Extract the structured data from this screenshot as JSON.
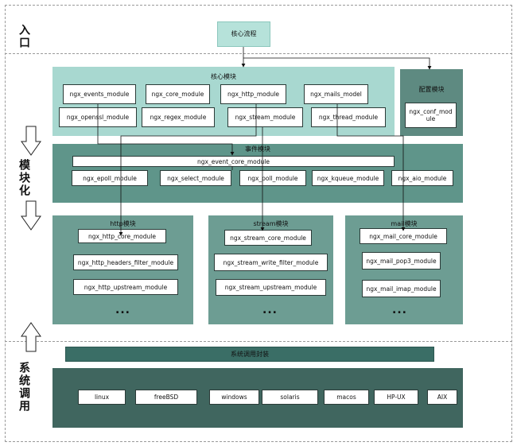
{
  "sections": {
    "entry": "入口",
    "modular": "模块化",
    "syscall": "系统调用"
  },
  "entry_box": "核心流程",
  "core_panel": {
    "title": "核心模块",
    "modules": [
      "ngx_events_module",
      "ngx_core_module",
      "ngx_http_module",
      "ngx_mails_model",
      "ngx_openssl_module",
      "ngx_regex_module",
      "ngx_stream_module",
      "ngx_thread_module"
    ]
  },
  "config_panel": {
    "title": "配置模块",
    "modules": [
      "ngx_conf_mod\nule"
    ]
  },
  "event_panel": {
    "title": "事件模块",
    "core": "ngx_event_core_module",
    "modules": [
      "ngx_epoll_module",
      "ngx_select_module",
      "ngx_poll_module",
      "ngx_kqueue_module",
      "ngx_aio_module"
    ]
  },
  "http_panel": {
    "title": "http模块",
    "modules": [
      "ngx_http_core_module",
      "ngx_http_headers_filter_module",
      "ngx_http_upstream_module"
    ],
    "more": "..."
  },
  "stream_panel": {
    "title": "stream模块",
    "modules": [
      "ngx_stream_core_module",
      "ngx_stream_write_filter_module",
      "ngx_stream_upstream_module"
    ],
    "more": "..."
  },
  "mail_panel": {
    "title": "mail模块",
    "modules": [
      "ngx_mail_core_module",
      "ngx_mail_pop3_module",
      "ngx_mail_imap_module"
    ],
    "more": "..."
  },
  "syscall_bar": "系统调用封装",
  "os_list": [
    "linux",
    "freeBSD",
    "windows",
    "solaris",
    "macos",
    "HP-UX",
    "AIX"
  ],
  "colors": {
    "entry": "#b6e2da",
    "core": "#a8d8d0",
    "config": "#5e8a81",
    "event": "#5f958a",
    "sub": "#6d9d93",
    "syscall_bar": "#3a6e66",
    "os_panel": "#40665f"
  }
}
